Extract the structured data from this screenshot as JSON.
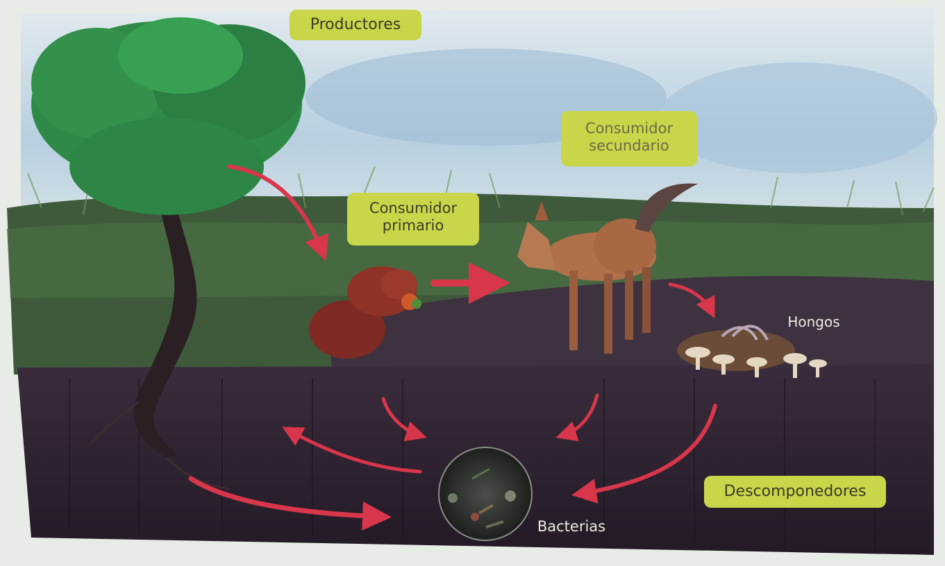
{
  "labels": {
    "productores": "Productores",
    "consumidor_primario": "Consumidor primario",
    "consumidor_secundario": "Consumidor secundario",
    "hongos": "Hongos",
    "bacterias": "Bacterias",
    "descomponedores": "Descomponedores"
  },
  "colors": {
    "label_bg": "#c9d64a",
    "arrow": "#d8364a",
    "soil": "#2e2331",
    "sky": "#c8d9e6",
    "grass": "#3f6a3a",
    "tree": "#2f8a47"
  }
}
